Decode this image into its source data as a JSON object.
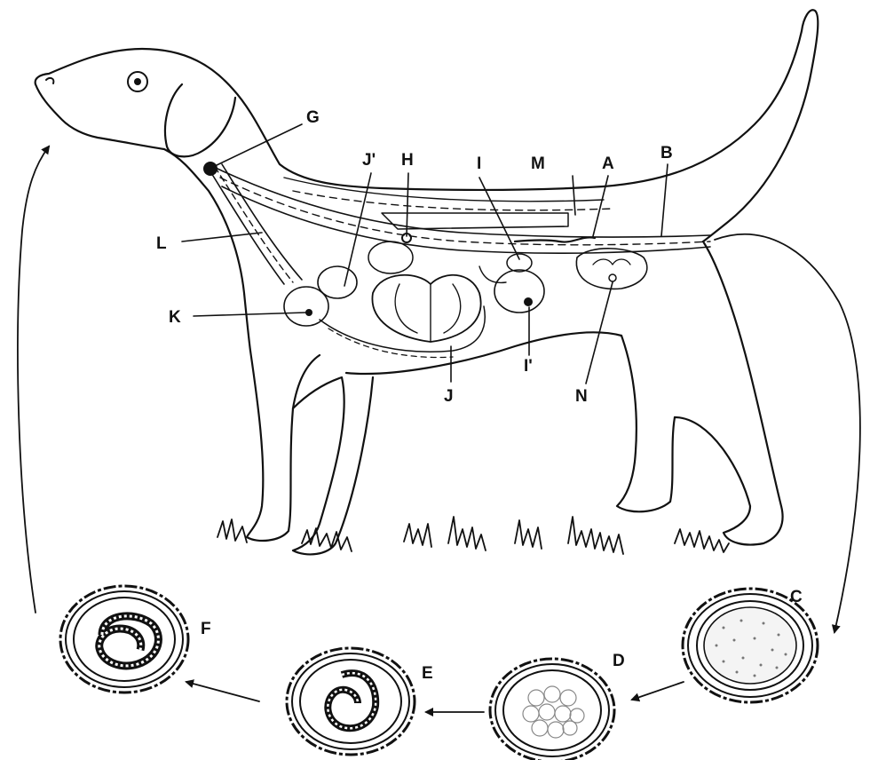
{
  "labels": {
    "A": "A",
    "B": "B",
    "C": "C",
    "D": "D",
    "E": "E",
    "F": "F",
    "G": "G",
    "H": "H",
    "I": "I",
    "I_prime": "I'",
    "J": "J",
    "J_prime": "J'",
    "K": "K",
    "L": "L",
    "M": "M",
    "N": "N"
  },
  "colors": {
    "ink": "#111111",
    "background": "#ffffff"
  },
  "icons": {
    "arrow": "arrow-icon",
    "egg": "egg-icon"
  }
}
